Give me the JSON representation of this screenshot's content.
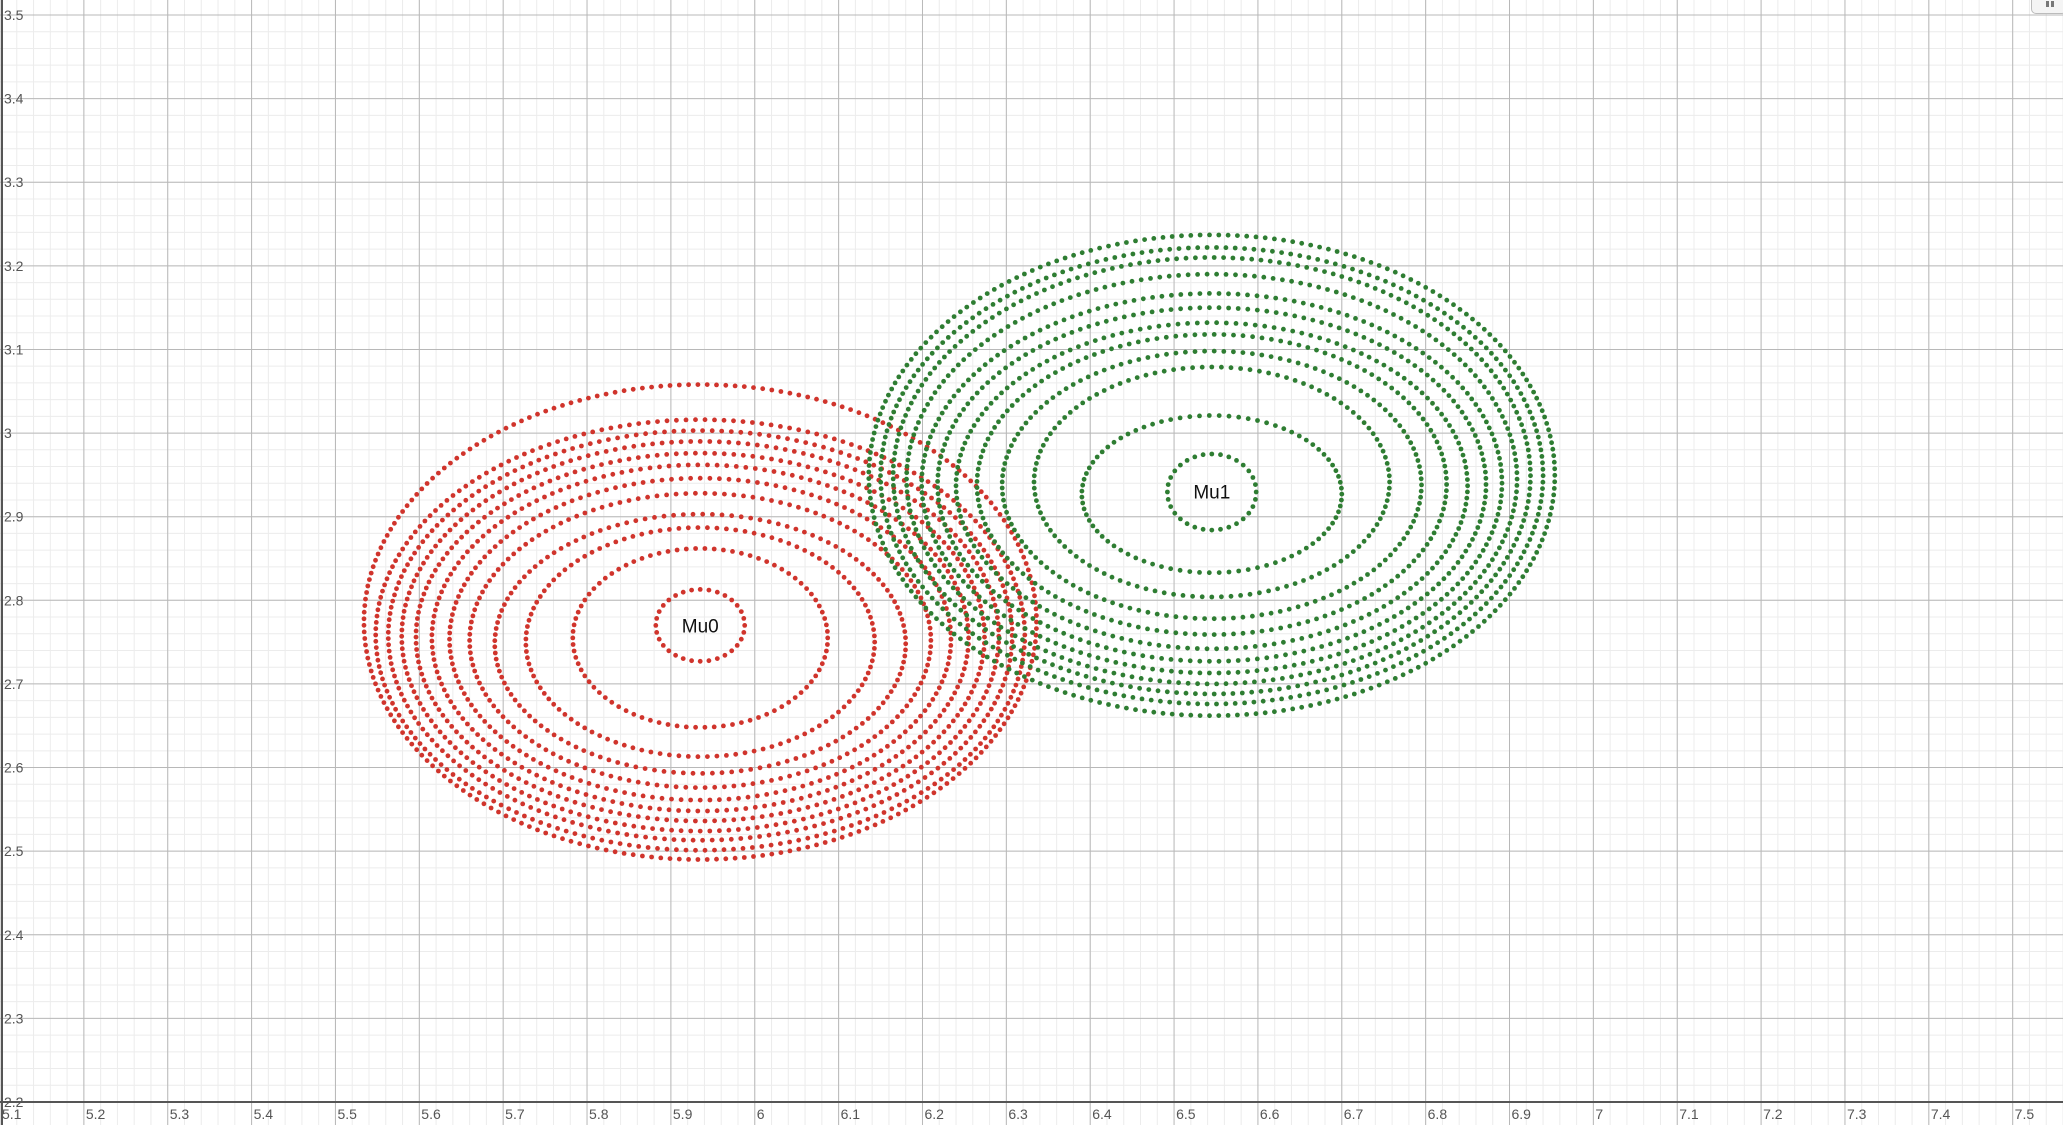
{
  "chart_data": {
    "type": "scatter",
    "title": "",
    "xlabel": "",
    "ylabel": "",
    "xlim": [
      5.1,
      7.56
    ],
    "ylim": [
      2.2,
      3.5
    ],
    "grid": true,
    "x_ticks": [
      "5.1",
      "5.2",
      "5.3",
      "5.4",
      "5.5",
      "5.6",
      "5.7",
      "5.8",
      "5.9",
      "6",
      "6.1",
      "6.2",
      "6.3",
      "6.4",
      "6.5",
      "6.6",
      "6.7",
      "6.8",
      "6.9",
      "7",
      "7.1",
      "7.2",
      "7.3",
      "7.4",
      "7.5"
    ],
    "y_ticks": [
      "2.2",
      "2.3",
      "2.4",
      "2.5",
      "2.6",
      "2.7",
      "2.8",
      "2.9",
      "3",
      "3.1",
      "3.2",
      "3.3",
      "3.4",
      "3.5"
    ],
    "series": [
      {
        "name": "Mu0",
        "color": "#d0342c",
        "center": [
          5.935,
          2.77
        ],
        "contour_rings": [
          {
            "x_range": [
              5.882,
              5.988
            ],
            "y_range": [
              2.727,
              2.813
            ]
          },
          {
            "x_range": [
              5.783,
              6.087
            ],
            "y_range": [
              2.648,
              2.862
            ]
          },
          {
            "x_range": [
              5.727,
              6.143
            ],
            "y_range": [
              2.613,
              2.887
            ]
          },
          {
            "x_range": [
              5.69,
              6.18
            ],
            "y_range": [
              2.593,
              2.903
            ]
          },
          {
            "x_range": [
              5.66,
              6.21
            ],
            "y_range": [
              2.576,
              2.928
            ]
          },
          {
            "x_range": [
              5.636,
              6.234
            ],
            "y_range": [
              2.561,
              2.946
            ]
          },
          {
            "x_range": [
              5.615,
              6.255
            ],
            "y_range": [
              2.548,
              2.962
            ]
          },
          {
            "x_range": [
              5.596,
              6.274
            ],
            "y_range": [
              2.536,
              2.976
            ]
          },
          {
            "x_range": [
              5.579,
              6.291
            ],
            "y_range": [
              2.524,
              2.99
            ]
          },
          {
            "x_range": [
              5.563,
              6.307
            ],
            "y_range": [
              2.513,
              3.003
            ]
          },
          {
            "x_range": [
              5.548,
              6.322
            ],
            "y_range": [
              2.501,
              3.016
            ]
          },
          {
            "x_range": [
              5.534,
              6.336
            ],
            "y_range": [
              2.49,
              3.058
            ]
          }
        ]
      },
      {
        "name": "Mu1",
        "color": "#2e7d32",
        "center": [
          6.545,
          2.93
        ],
        "contour_rings": [
          {
            "x_range": [
              6.492,
              6.598
            ],
            "y_range": [
              2.884,
              2.975
            ]
          },
          {
            "x_range": [
              6.39,
              6.7
            ],
            "y_range": [
              2.833,
              3.021
            ]
          },
          {
            "x_range": [
              6.333,
              6.757
            ],
            "y_range": [
              2.804,
              3.079
            ]
          },
          {
            "x_range": [
              6.295,
              6.795
            ],
            "y_range": [
              2.778,
              3.098
            ]
          },
          {
            "x_range": [
              6.265,
              6.825
            ],
            "y_range": [
              2.759,
              3.118
            ]
          },
          {
            "x_range": [
              6.24,
              6.85
            ],
            "y_range": [
              2.742,
              3.132
            ]
          },
          {
            "x_range": [
              6.218,
              6.872
            ],
            "y_range": [
              2.727,
              3.15
            ]
          },
          {
            "x_range": [
              6.199,
              6.891
            ],
            "y_range": [
              2.713,
              3.167
            ]
          },
          {
            "x_range": [
              6.181,
              6.909
            ],
            "y_range": [
              2.7,
              3.19
            ]
          },
          {
            "x_range": [
              6.165,
              6.925
            ],
            "y_range": [
              2.688,
              3.21
            ]
          },
          {
            "x_range": [
              6.15,
              6.94
            ],
            "y_range": [
              2.676,
              3.222
            ]
          },
          {
            "x_range": [
              6.136,
              6.954
            ],
            "y_range": [
              2.662,
              3.237
            ]
          }
        ]
      }
    ]
  }
}
